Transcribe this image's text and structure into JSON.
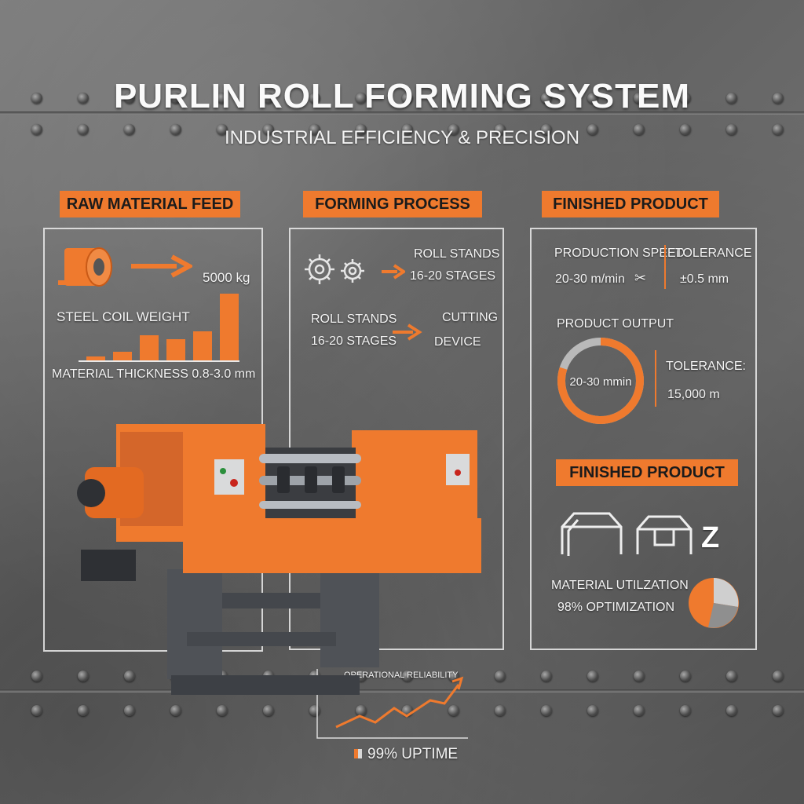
{
  "header": {
    "title": "PURLIN ROLL FORMING SYSTEM",
    "subtitle": "INDUSTRIAL EFFICIENCY & PRECISION"
  },
  "raw_material": {
    "tag": "RAW MATERIAL FEED",
    "coil_weight_value": "5000 kg",
    "coil_weight_label": "STEEL COIL WEIGHT",
    "thickness_label": "MATERIAL THICKNESS 0.8-3.0 mm",
    "bar_levels": [
      0.05,
      0.1,
      0.3,
      0.25,
      0.35,
      0.8
    ]
  },
  "forming": {
    "tag": "FORMING PROCESS",
    "roll_stands_1": "ROLL STANDS",
    "stages_1": "16-20 STAGES",
    "roll_stands_2": "ROLL STANDS",
    "stages_2": "16-20 STAGES",
    "cutting_1": "CUTTING",
    "cutting_2": "DEVICE"
  },
  "finished": {
    "tag": "FINISHED PRODUCT",
    "speed_label": "PRODUCTION SPEED",
    "speed_value": "20-30 m/min",
    "tolerance_label": "TOLERANCE",
    "tolerance_value": "±0.5 mm",
    "output_label": "PRODUCT OUTPUT",
    "donut_value": "20-30 mmin",
    "donut_fraction": 0.8,
    "tolerance2_label": "TOLERANCE:",
    "output_value": "15,000 m",
    "tag2": "FINISHED PRODUCT",
    "z_label": "Z",
    "utilization_label": "MATERIAL UTILZATION",
    "optimization_label": "98% OPTIMIZATION"
  },
  "reliability": {
    "label": "OPERATIONAL RELIABILITY",
    "uptime": "99% UPTIME"
  },
  "colors": {
    "accent": "#ef7a2e",
    "panel_border": "#ebebeb",
    "machine_gray": "#4f5257"
  }
}
